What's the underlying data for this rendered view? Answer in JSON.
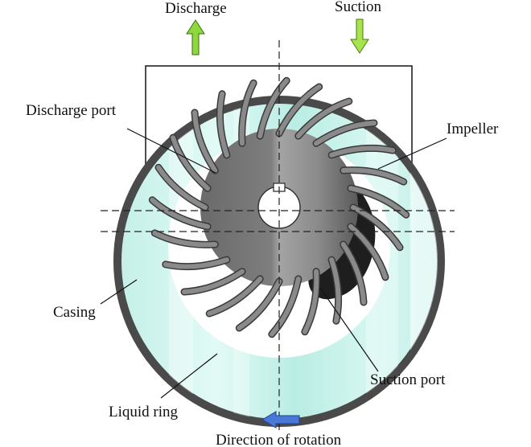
{
  "labels": {
    "discharge": "Discharge",
    "suction": "Suction",
    "discharge_port": "Discharge port",
    "impeller": "Impeller",
    "casing": "Casing",
    "suction_port": "Suction port",
    "liquid_ring": "Liquid ring",
    "direction_of_rotation": "Direction of rotation"
  },
  "impeller": {
    "blade_count": 24
  },
  "colors": {
    "liquid": "#bdeee6",
    "liquid_light": "#dff8f4",
    "casing": "#4a4a4a",
    "hub_dark": "#5e5e5e",
    "hub_light": "#9a9a9a",
    "blade": "#8a8a8a",
    "port": "#1e1e1e",
    "discharge_arrow": "#8cd93c",
    "suction_arrow": "#a7e34a",
    "rotation_arrow": "#4a78d8"
  },
  "icons": {
    "discharge_arrow": "arrow-up-icon",
    "suction_arrow": "arrow-down-icon",
    "rotation_arrow": "arrow-left-icon"
  }
}
